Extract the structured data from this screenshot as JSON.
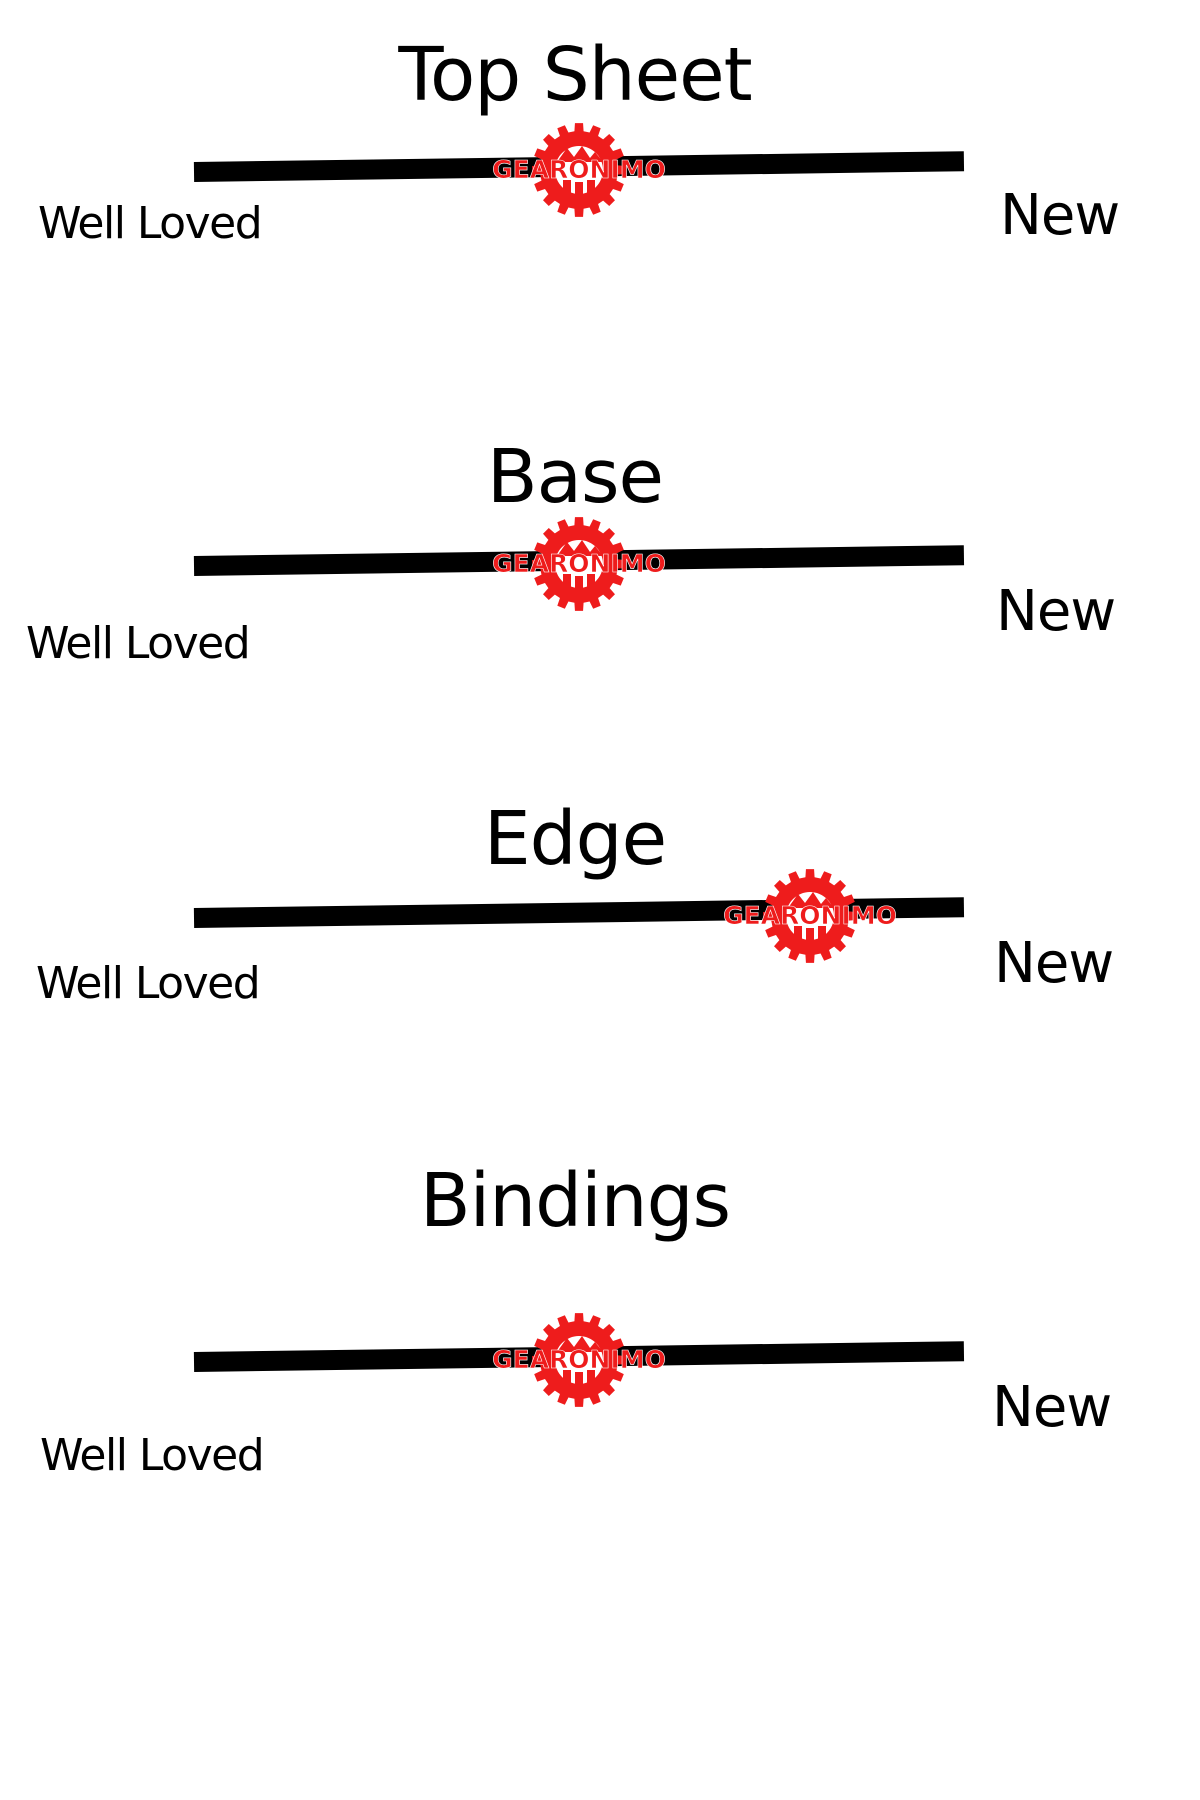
{
  "gauges": [
    {
      "title": "Top Sheet",
      "left_label": "Well Loved",
      "right_label": "New",
      "marker_brand": "GEARONIMO",
      "marker_icon": "gear-logo-icon",
      "condition_fraction": 0.5
    },
    {
      "title": "Base",
      "left_label": "Well Loved",
      "right_label": "New",
      "marker_brand": "GEARONIMO",
      "marker_icon": "gear-logo-icon",
      "condition_fraction": 0.5
    },
    {
      "title": "Edge",
      "left_label": "Well Loved",
      "right_label": "New",
      "marker_brand": "GEARONIMO",
      "marker_icon": "gear-logo-icon",
      "condition_fraction": 0.8
    },
    {
      "title": "Bindings",
      "left_label": "Well Loved",
      "right_label": "New",
      "marker_brand": "GEARONIMO",
      "marker_icon": "gear-logo-icon",
      "condition_fraction": 0.5
    }
  ],
  "colors": {
    "track": "#000000",
    "marker": "#ee1c1c",
    "text": "#000000",
    "background": "#ffffff"
  }
}
